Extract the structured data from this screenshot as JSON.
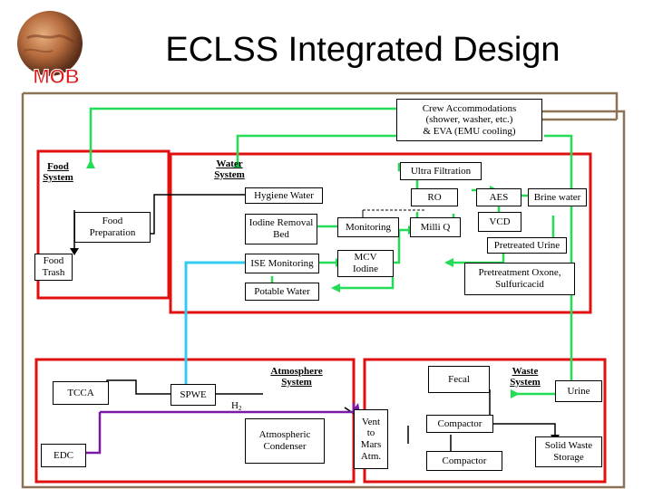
{
  "title": "ECLSS Integrated Design",
  "logo": {
    "text": "MOB",
    "picture": "mars-planet"
  },
  "colors": {
    "outline_red": "#e01010",
    "green": "#22dd55",
    "cyan": "#33ccee",
    "brown": "#8b7355",
    "black": "#000000",
    "purple": "#7a18a8"
  },
  "labels": {
    "crew": [
      "Crew Accommodations",
      "(shower, washer, etc.)",
      "& EVA (EMU cooling)"
    ],
    "food_system": [
      "Food",
      "System"
    ],
    "water_system": [
      "Water",
      "System"
    ],
    "ultra_filtration": "Ultra Filtration",
    "hygiene_water": "Hygiene Water",
    "ro": "RO",
    "aes": "AES",
    "brine_water": "Brine water",
    "food_preparation": [
      "Food",
      "Preparation"
    ],
    "iodine_removal": [
      "Iodine Removal",
      "Bed"
    ],
    "monitoring": "Monitoring",
    "milli_q": "Milli Q",
    "vcd": "VCD",
    "pretreated_urine": "Pretreated Urine",
    "food_trash": [
      "Food",
      "Trash"
    ],
    "ise_monitoring": "ISE Monitoring",
    "mcv_iodine": [
      "MCV",
      "Iodine"
    ],
    "pretreatment": [
      "Pretreatment Oxone,",
      "Sulfuricacid"
    ],
    "potable_water": "Potable Water",
    "atmosphere_system": [
      "Atmosphere",
      "System"
    ],
    "tcca": "TCCA",
    "spwe": "SPWE",
    "h2": "H",
    "h2_sub": "2",
    "edc": "EDC",
    "atmospheric_condenser": [
      "Atmospheric",
      "Condenser"
    ],
    "vent": [
      "Vent",
      "to",
      "Mars",
      "Atm."
    ],
    "fecal": "Fecal",
    "waste_system": [
      "Waste",
      "System"
    ],
    "urine": "Urine",
    "compactor_1": "Compactor",
    "compactor_2": "Compactor",
    "solid_waste": [
      "Solid Waste",
      "Storage"
    ]
  }
}
